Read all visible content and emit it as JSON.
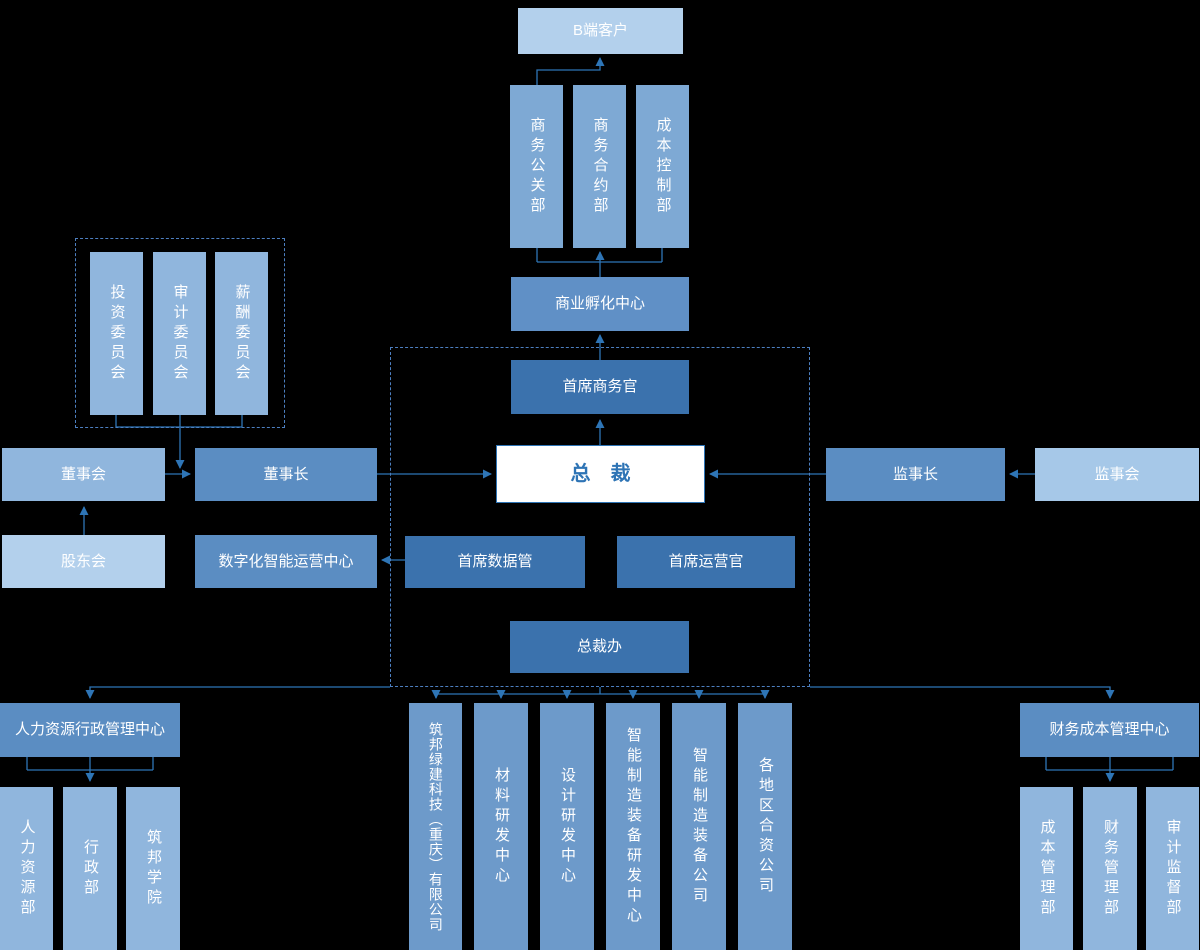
{
  "palette": {
    "bg": "#000000",
    "line": "#2e75b6",
    "dash": "#4d7fc0",
    "dark": "#3b72ad",
    "medium": "#5b8dc2",
    "incubation": "#6090c6",
    "mid2": "#6d9aca",
    "midlight": "#7ea9d4",
    "lighter": "#90b6dd",
    "light": "#b3d0ec",
    "light2": "#a6c8e8",
    "white-box": "#ffffff",
    "white-box-border": "#2e74b5",
    "white-box-text": "#2e74b5"
  },
  "nodes": {
    "b_client": {
      "label": "B端客户"
    },
    "biz_pr": {
      "label": "商务公关部"
    },
    "biz_contract": {
      "label": "商务合约部"
    },
    "cost_control": {
      "label": "成本控制部"
    },
    "incubation": {
      "label": "商业孵化中心"
    },
    "cbo": {
      "label": "首席商务官"
    },
    "president": {
      "label": "总　裁"
    },
    "board": {
      "label": "董事会"
    },
    "chairman": {
      "label": "董事长"
    },
    "shareholders": {
      "label": "股东会"
    },
    "digital_center": {
      "label": "数字化智能运营中心"
    },
    "invest_cmte": {
      "label": "投资委员会"
    },
    "audit_cmte": {
      "label": "审计委员会"
    },
    "comp_cmte": {
      "label": "薪酬委员会"
    },
    "supervisor_chief": {
      "label": "监事长"
    },
    "supervisory_board": {
      "label": "监事会"
    },
    "cdo": {
      "label": "首席数据管"
    },
    "coo": {
      "label": "首席运营官"
    },
    "pres_office": {
      "label": "总裁办"
    },
    "hr_admin_center": {
      "label": "人力资源行政管理中心"
    },
    "hr_dept": {
      "label": "人力资源部"
    },
    "admin_dept": {
      "label": "行政部"
    },
    "zb_academy": {
      "label": "筑邦学院"
    },
    "green_tech": {
      "label": "筑邦绿建科技（重庆）有限公司"
    },
    "material_rd": {
      "label": "材料研发中心"
    },
    "design_rd": {
      "label": "设计研发中心"
    },
    "smart_equip_rd": {
      "label": "智能制造装备研发中心"
    },
    "smart_equip_co": {
      "label": "智能制造装备公司"
    },
    "regional_jv": {
      "label": "各地区合资公司"
    },
    "finance_center": {
      "label": "财务成本管理中心"
    },
    "cost_mgmt": {
      "label": "成本管理部"
    },
    "fin_mgmt": {
      "label": "财务管理部"
    },
    "audit_supervision": {
      "label": "审计监督部"
    }
  }
}
